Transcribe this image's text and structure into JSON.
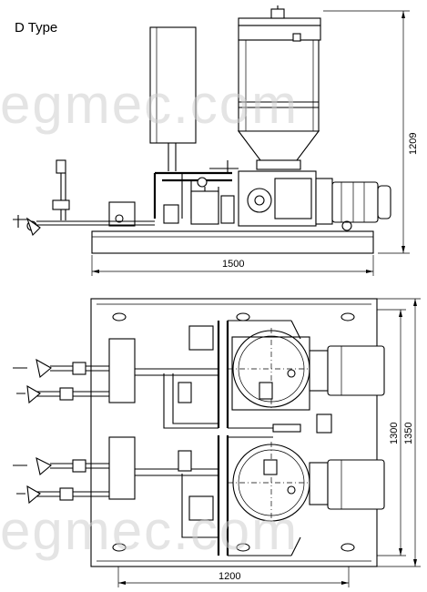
{
  "title": "D Type",
  "watermark": "egmec.com",
  "dimensions": {
    "side_length": "1500",
    "side_height": "1209",
    "top_width": "1200",
    "top_inner_height": "1300",
    "top_outer_height": "1350"
  }
}
